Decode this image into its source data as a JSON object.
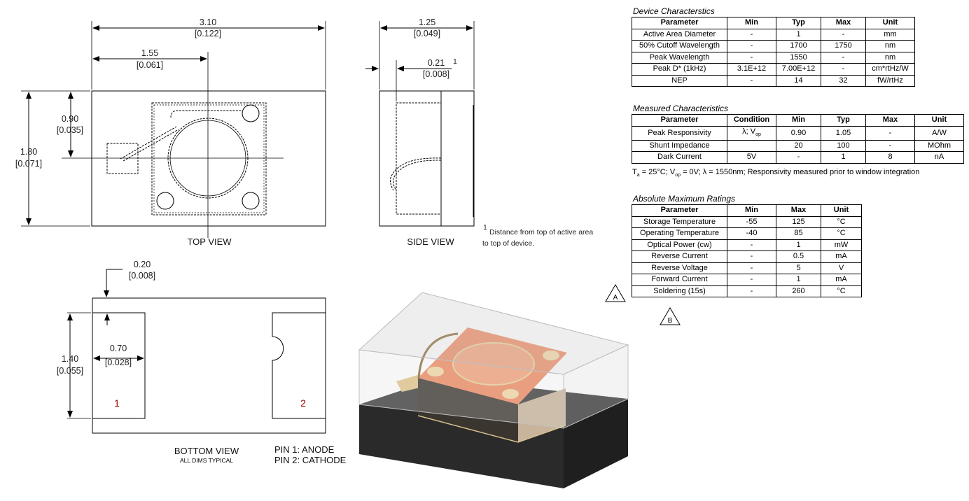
{
  "views": {
    "top": "TOP VIEW",
    "side": "SIDE VIEW",
    "bottom": "BOTTOM VIEW",
    "bottom_sub": "ALL DIMS TYPICAL",
    "pin1": "PIN 1: ANODE",
    "pin2": "PIN 2: CATHODE"
  },
  "dims": {
    "top_width": "3.10",
    "top_width_in": "[0.122]",
    "top_half": "1.55",
    "top_half_in": "[0.061]",
    "top_height": "1.80",
    "top_height_in": "[0.071]",
    "top_center": "0.90",
    "top_center_in": "[0.035]",
    "side_width": "1.25",
    "side_width_in": "[0.049]",
    "side_offset": "0.21",
    "side_offset_in": "[0.008]",
    "bot_margin": "0.20",
    "bot_margin_in": "[0.008]",
    "bot_height": "1.40",
    "bot_height_in": "[0.055]",
    "bot_pad": "0.70",
    "bot_pad_in": "[0.028]"
  },
  "footnote": {
    "mark": "1",
    "line1": "Distance from top of active area",
    "line2": "to top of device."
  },
  "pins": {
    "p1": "1",
    "p2": "2"
  },
  "markers": {
    "a": "A",
    "b": "B"
  },
  "device": {
    "title": "Device Characterstics",
    "headers": [
      "Parameter",
      "Min",
      "Typ",
      "Max",
      "Unit"
    ],
    "rows": [
      [
        "Active Area Diameter",
        "-",
        "1",
        "-",
        "mm"
      ],
      [
        "50% Cutoff Wavelength",
        "-",
        "1700",
        "1750",
        "nm"
      ],
      [
        "Peak Wavelength",
        "-",
        "1550",
        "-",
        "nm"
      ],
      [
        "Peak  D* (1kHz)",
        "3.1E+12",
        "7.00E+12",
        "-",
        "cm*rtHz/W"
      ],
      [
        "NEP",
        "-",
        "14",
        "32",
        "fW/rtHz"
      ]
    ]
  },
  "measured": {
    "title": "Measured Characteristics",
    "headers": [
      "Parameter",
      "Condition",
      "Min",
      "Typ",
      "Max",
      "Unit"
    ],
    "rows": [
      [
        "Peak Responsivity",
        "λ; V",
        "0.90",
        "1.05",
        "-",
        "A/W"
      ],
      [
        "Shunt Impedance",
        "",
        "20",
        "100",
        "-",
        "MOhm"
      ],
      [
        "Dark Current",
        "5V",
        "-",
        "1",
        "8",
        "nA"
      ]
    ],
    "cond_sub": "op",
    "note_pre": "T",
    "note_sub1": "a",
    "note_mid": " = 25°C; V",
    "note_sub2": "op",
    "note_post": " =  0V; λ = 1550nm; Responsivity measured prior to window integration"
  },
  "absolute": {
    "title": "Absolute Maximum Ratings",
    "headers": [
      "Parameter",
      "Min",
      "Max",
      "Unit"
    ],
    "rows": [
      [
        "Storage Temperature",
        "-55",
        "125",
        "°C"
      ],
      [
        "Operating Temperature",
        "-40",
        "85",
        "°C"
      ],
      [
        "Optical Power (cw)",
        "-",
        "1",
        "mW"
      ],
      [
        "Reverse Current",
        "-",
        "0.5",
        "mA"
      ],
      [
        "Reverse Voltage",
        "-",
        "5",
        "V"
      ],
      [
        "Forward Current",
        "-",
        "1",
        "mA"
      ],
      [
        "Soldering (15s)",
        "-",
        "260",
        "°C"
      ]
    ]
  }
}
